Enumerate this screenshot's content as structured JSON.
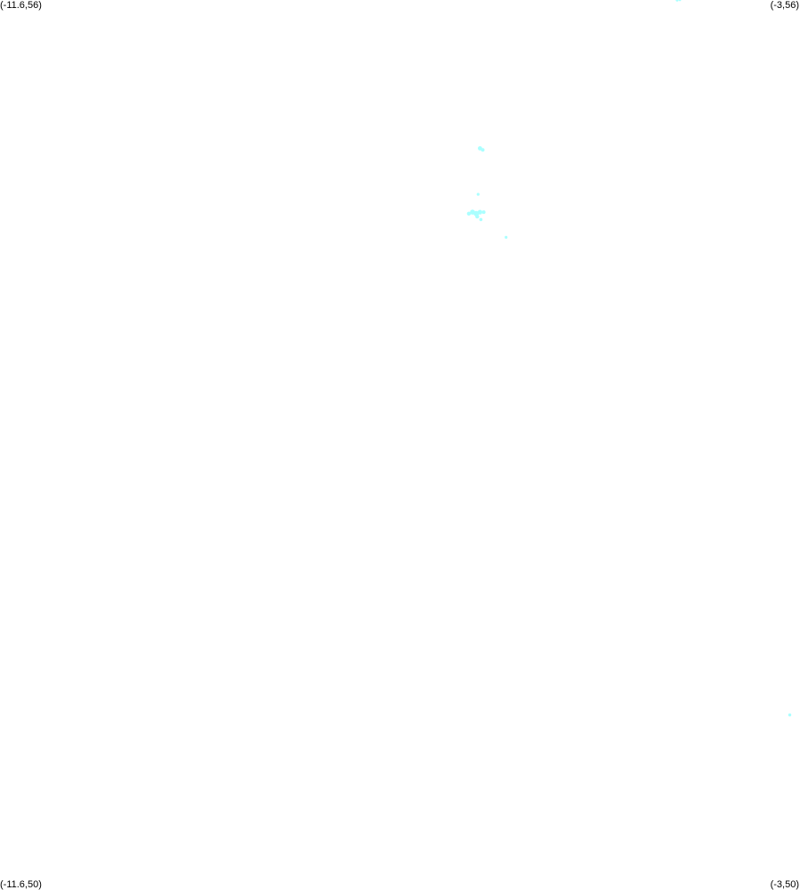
{
  "map": {
    "bounds": {
      "lon_min": -11.6,
      "lon_max": -3,
      "lat_min": 50,
      "lat_max": 56
    },
    "corner_labels": {
      "top_left": "(-11.6,56)",
      "top_right": "(-3,56)",
      "bottom_left": "(-11.6,50)",
      "bottom_right": "(-3,50)"
    },
    "feature_color": "#aaffff",
    "features": [
      {
        "lon": -4.32,
        "lat": 56.0,
        "r": 1.7
      },
      {
        "lon": -4.29,
        "lat": 56.0,
        "r": 1.3
      },
      {
        "lon": -6.44,
        "lat": 55.0,
        "r": 2.4
      },
      {
        "lon": -6.41,
        "lat": 54.99,
        "r": 2.0
      },
      {
        "lon": -6.46,
        "lat": 54.69,
        "r": 1.6
      },
      {
        "lon": -6.56,
        "lat": 54.56,
        "r": 2.2
      },
      {
        "lon": -6.52,
        "lat": 54.57,
        "r": 2.8
      },
      {
        "lon": -6.48,
        "lat": 54.56,
        "r": 3.0
      },
      {
        "lon": -6.44,
        "lat": 54.57,
        "r": 2.6
      },
      {
        "lon": -6.4,
        "lat": 54.57,
        "r": 2.0
      },
      {
        "lon": -6.47,
        "lat": 54.54,
        "r": 2.2
      },
      {
        "lon": -6.43,
        "lat": 54.52,
        "r": 1.8
      },
      {
        "lon": -6.16,
        "lat": 54.4,
        "r": 1.6
      },
      {
        "lon": -3.11,
        "lat": 51.18,
        "r": 1.7
      }
    ]
  }
}
